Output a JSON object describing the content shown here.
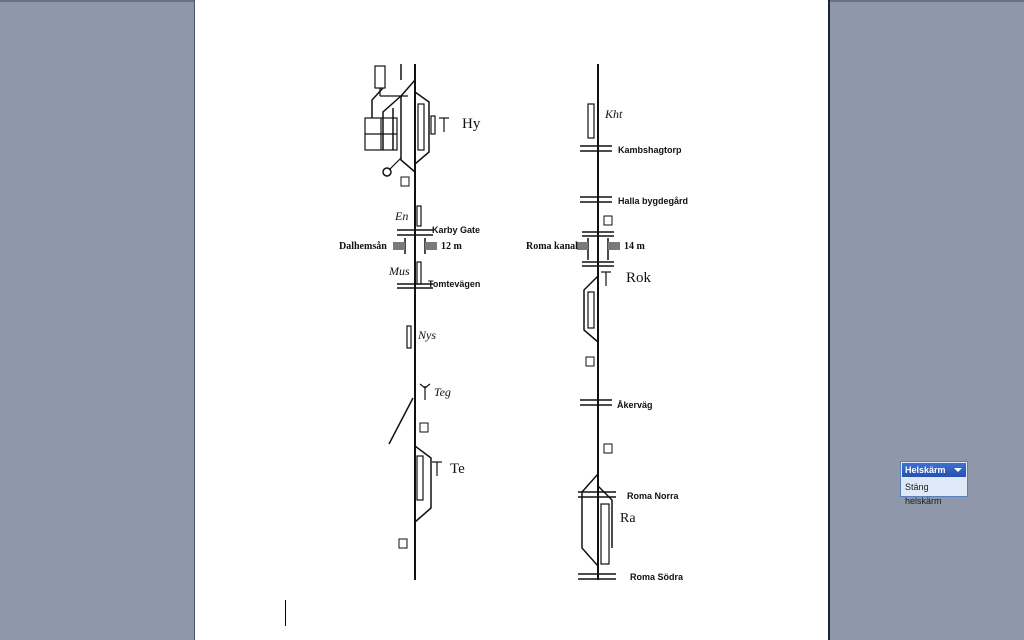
{
  "document": {
    "left_line": {
      "stations": [
        {
          "abbr": "Hy"
        },
        {
          "abbr": "En"
        },
        {
          "abbr": "Mus"
        },
        {
          "abbr": "Nys"
        },
        {
          "abbr": "Teg"
        },
        {
          "abbr": "Te"
        }
      ],
      "crossings": [
        "Karby Gate",
        "Tomtevägen"
      ],
      "bridge": {
        "name": "Dalhemsån",
        "length": "12 m"
      }
    },
    "right_line": {
      "stations": [
        {
          "abbr": "Kht"
        },
        {
          "abbr": "Rok"
        },
        {
          "abbr": "Ra"
        }
      ],
      "crossings": [
        "Kambshagtorp",
        "Halla bygdegård",
        "Åkerväg",
        "Roma Norra",
        "Roma Södra"
      ],
      "bridge": {
        "name": "Roma kanal",
        "length": "14 m"
      }
    }
  },
  "fullscreen_toolbar": {
    "title": "Helskärm",
    "close_label": "Stäng helskärm"
  },
  "colors": {
    "background": "#8f97ab",
    "page": "#ffffff",
    "toolbar_title": "#2f5fc0"
  }
}
